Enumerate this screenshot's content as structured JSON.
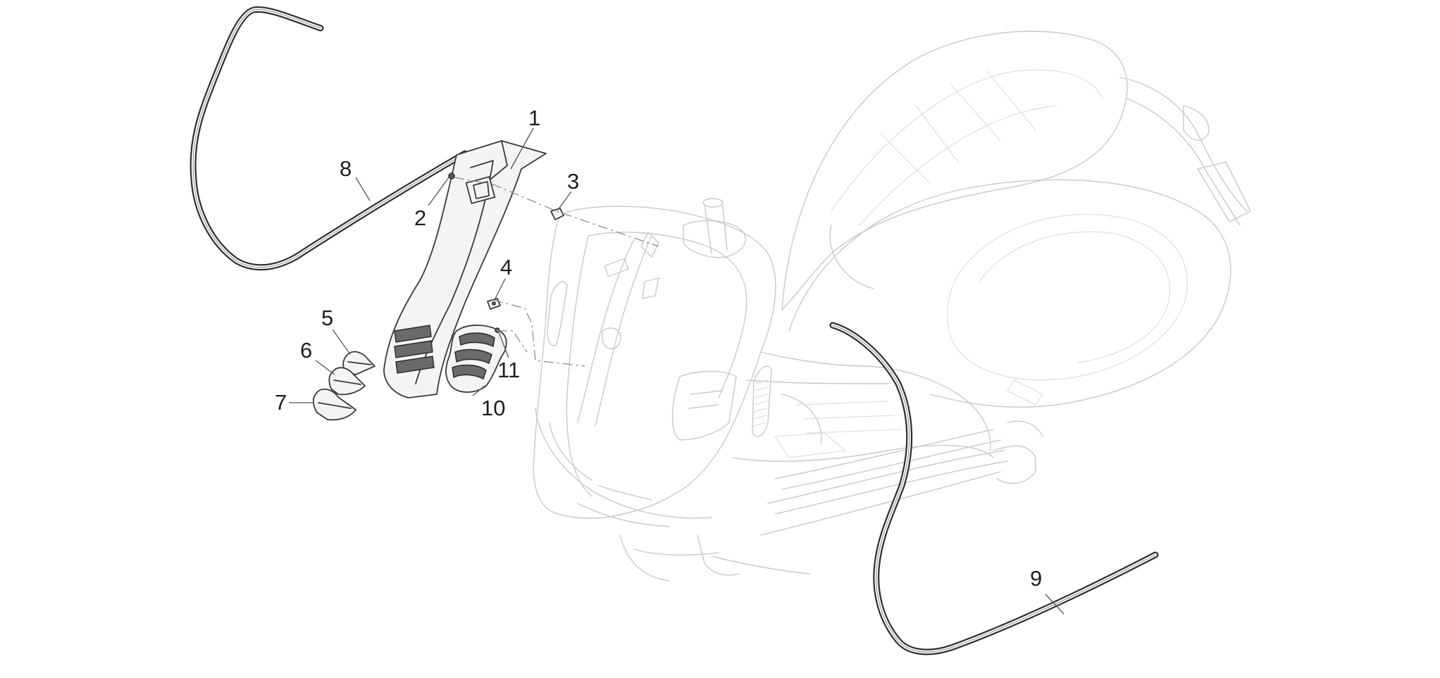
{
  "diagram": {
    "callouts": [
      {
        "id": "1",
        "label": "1"
      },
      {
        "id": "2",
        "label": "2"
      },
      {
        "id": "3",
        "label": "3"
      },
      {
        "id": "4",
        "label": "4"
      },
      {
        "id": "5",
        "label": "5"
      },
      {
        "id": "6",
        "label": "6"
      },
      {
        "id": "7",
        "label": "7"
      },
      {
        "id": "8",
        "label": "8"
      },
      {
        "id": "9",
        "label": "9"
      },
      {
        "id": "10",
        "label": "10"
      },
      {
        "id": "11",
        "label": "11"
      }
    ],
    "colors": {
      "background": "#ffffff",
      "ghost_outline": "#c9c9c9",
      "part_outline": "#3a3a3a",
      "text": "#1e1e1e"
    }
  }
}
